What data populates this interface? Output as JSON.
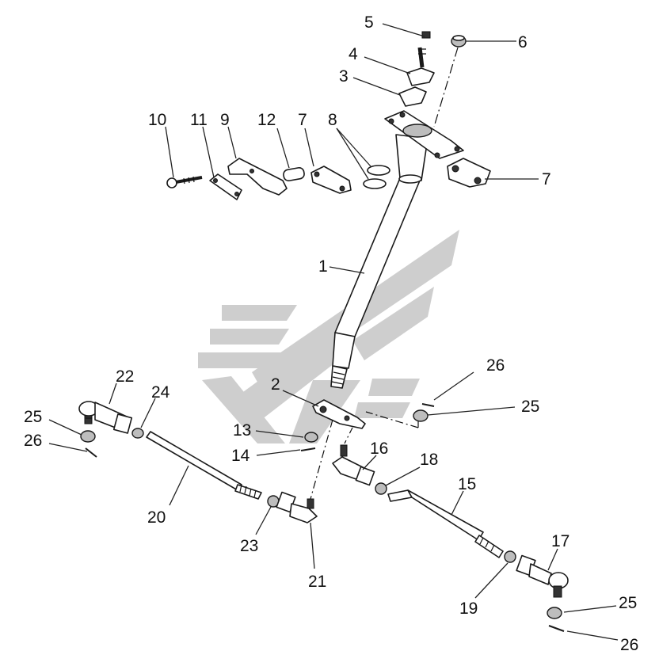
{
  "diagram": {
    "callouts": [
      {
        "id": "c5",
        "label": "5"
      },
      {
        "id": "c6",
        "label": "6"
      },
      {
        "id": "c4",
        "label": "4"
      },
      {
        "id": "c3",
        "label": "3"
      },
      {
        "id": "c10",
        "label": "10"
      },
      {
        "id": "c11",
        "label": "11"
      },
      {
        "id": "c9",
        "label": "9"
      },
      {
        "id": "c12",
        "label": "12"
      },
      {
        "id": "c7a",
        "label": "7"
      },
      {
        "id": "c8",
        "label": "8"
      },
      {
        "id": "c7b",
        "label": "7"
      },
      {
        "id": "c1",
        "label": "1"
      },
      {
        "id": "c2",
        "label": "2"
      },
      {
        "id": "c26a",
        "label": "26"
      },
      {
        "id": "c25a",
        "label": "25"
      },
      {
        "id": "c22",
        "label": "22"
      },
      {
        "id": "c24",
        "label": "24"
      },
      {
        "id": "c25b",
        "label": "25"
      },
      {
        "id": "c26b",
        "label": "26"
      },
      {
        "id": "c13",
        "label": "13"
      },
      {
        "id": "c14",
        "label": "14"
      },
      {
        "id": "c16",
        "label": "16"
      },
      {
        "id": "c18",
        "label": "18"
      },
      {
        "id": "c15",
        "label": "15"
      },
      {
        "id": "c20",
        "label": "20"
      },
      {
        "id": "c23",
        "label": "23"
      },
      {
        "id": "c21",
        "label": "21"
      },
      {
        "id": "c17",
        "label": "17"
      },
      {
        "id": "c19",
        "label": "19"
      },
      {
        "id": "c25c",
        "label": "25"
      },
      {
        "id": "c26c",
        "label": "26"
      }
    ],
    "watermark_color": "#c6c6c6"
  }
}
